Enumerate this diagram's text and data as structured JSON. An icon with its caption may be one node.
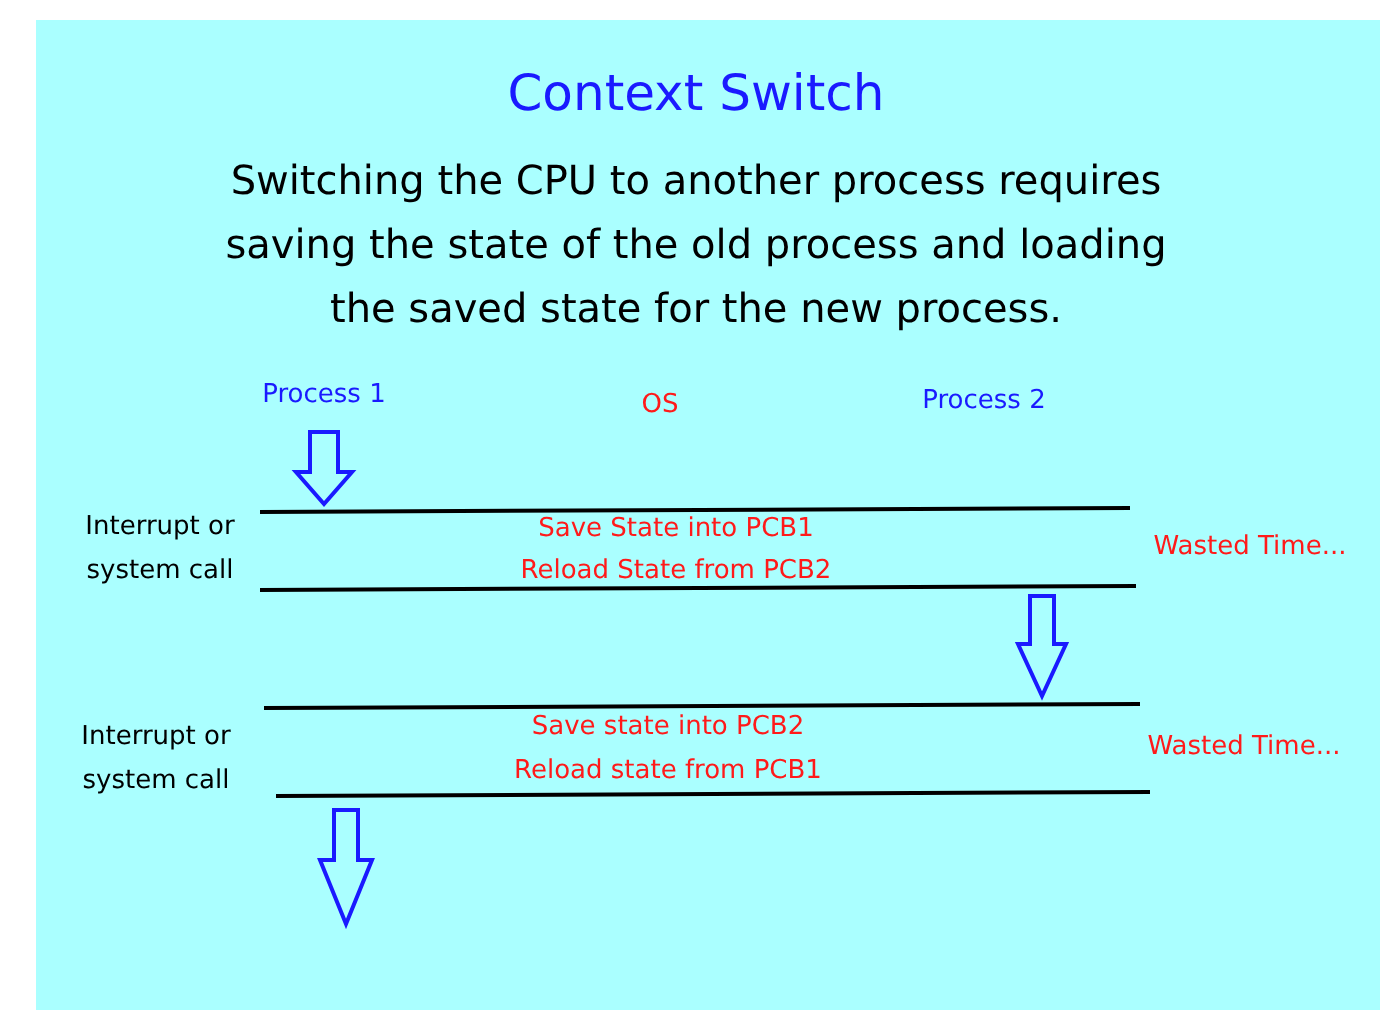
{
  "diagram": {
    "title": "Context Switch",
    "caption": "Switching the CPU to another process requires saving the state of the old process and loading the saved state for the new process.",
    "labels": [
      "Process 1",
      "OS",
      "Process 2",
      "Interrupt or system call",
      "Save State into PCB1",
      "Reload State from PCB2",
      "Wasted Time...",
      "Interrupt or system call",
      "Save state into PCB2",
      "Reload state from PCB1",
      "Wasted Time..."
    ]
  }
}
